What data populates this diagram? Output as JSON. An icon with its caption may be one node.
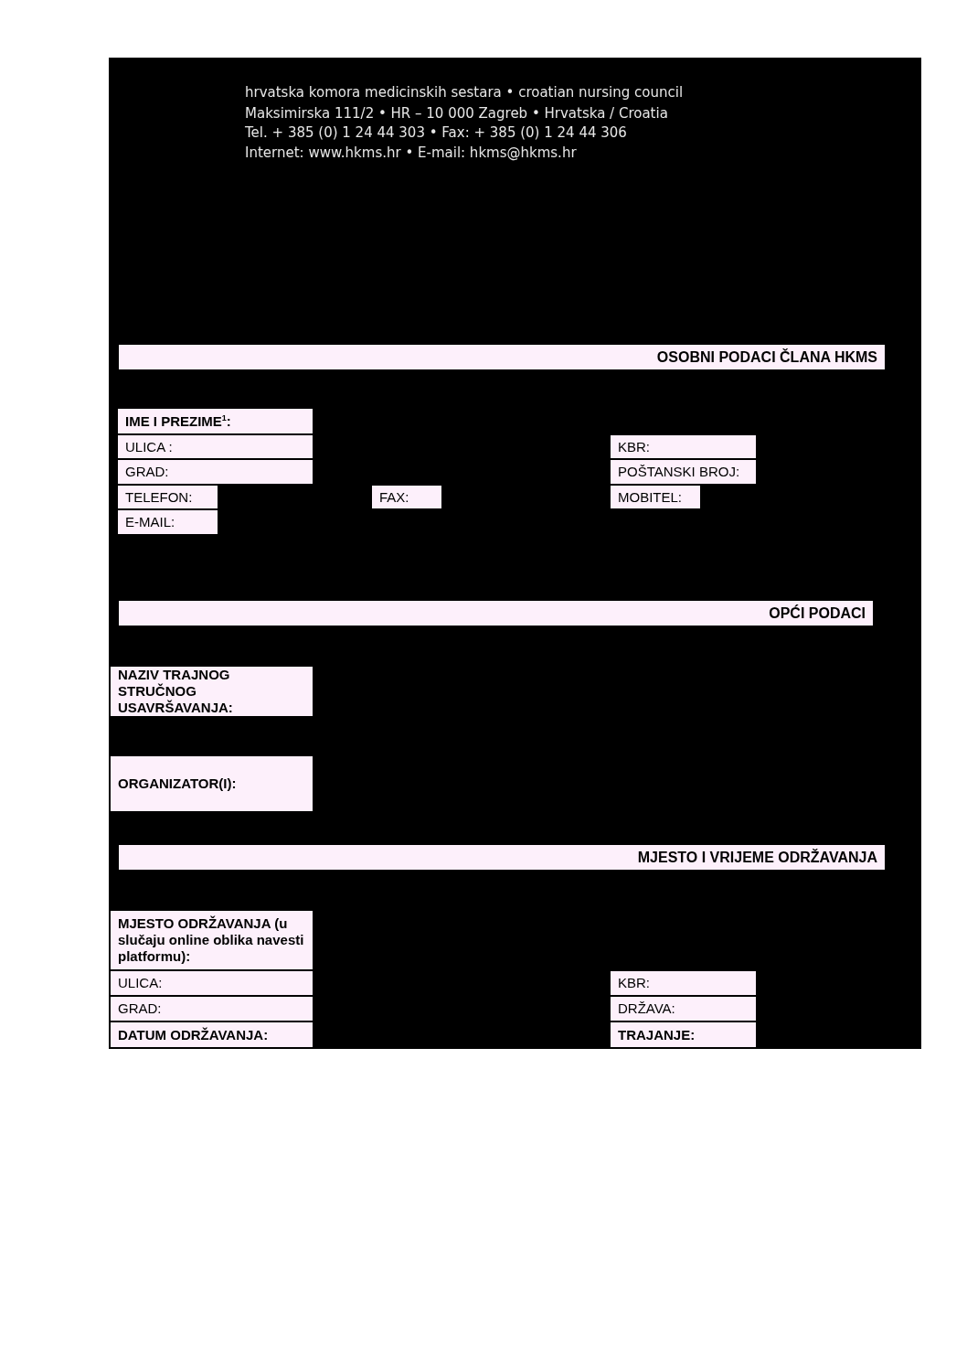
{
  "diagram": {
    "nodes": [
      {
        "text": [
          "OSOBNI PODACI ČLANA HKMS"
        ]
      },
      {
        "text": [
          "IME I PREZIME$^{1}$:"
        ]
      },
      {
        "text": [
          "ULICA :"
        ]
      },
      {
        "text": [
          "KBR:"
        ]
      },
      {
        "text": [
          "GRAD:"
        ]
      },
      {
        "text": [
          "POŠTANSKI BROJ:"
        ]
      },
      {
        "text": [
          "TELEFON:"
        ]
      },
      {
        "text": [
          "FAX:"
        ]
      },
      {
        "text": [
          "MOBITEL:"
        ]
      },
      {
        "text": [
          "E-MAIL:"
        ]
      },
      {
        "text": [
          "OPĆI PODACI"
        ]
      },
      {
        "text": [
          "NAZIV TRAJNOG STRUČNOG USAVRŠAVANJA:"
        ]
      },
      {
        "text": [
          "ORGANIZATOR(I):"
        ]
      },
      {
        "text": [
          "MJESTO I VRIJEME ODRŽAVANJA"
        ]
      },
      {
        "text": [
          "MJESTO ODRŽAVANJA (u slučaju online oblika navesti platformu):"
        ]
      },
      {
        "text": [
          "ULICA:"
        ]
      },
      {
        "text": [
          "KBR:"
        ]
      },
      {
        "text": [
          "GRAD:"
        ]
      },
      {
        "text": [
          "DRŽAVA:"
        ]
      },
      {
        "text": [
          "DATUM ODRŽAVANJA:"
        ]
      },
      {
        "text": [
          "TRAJANJE:"
        ]
      }
    ],
    "labels": [
      "hrvatska komora medicinskih sestara • croatian nursing council",
      "Maksimirska 111/2 • HR – 10 000 Zagreb • Hrvatska / Croatia",
      "Tel. + 385 (0) 1 24 44 303 • Fax: + 385 (0) 1 24 44 306",
      "Internet: www.hkms.hr • E-mail: hkms@hkms.hr"
    ]
  }
}
